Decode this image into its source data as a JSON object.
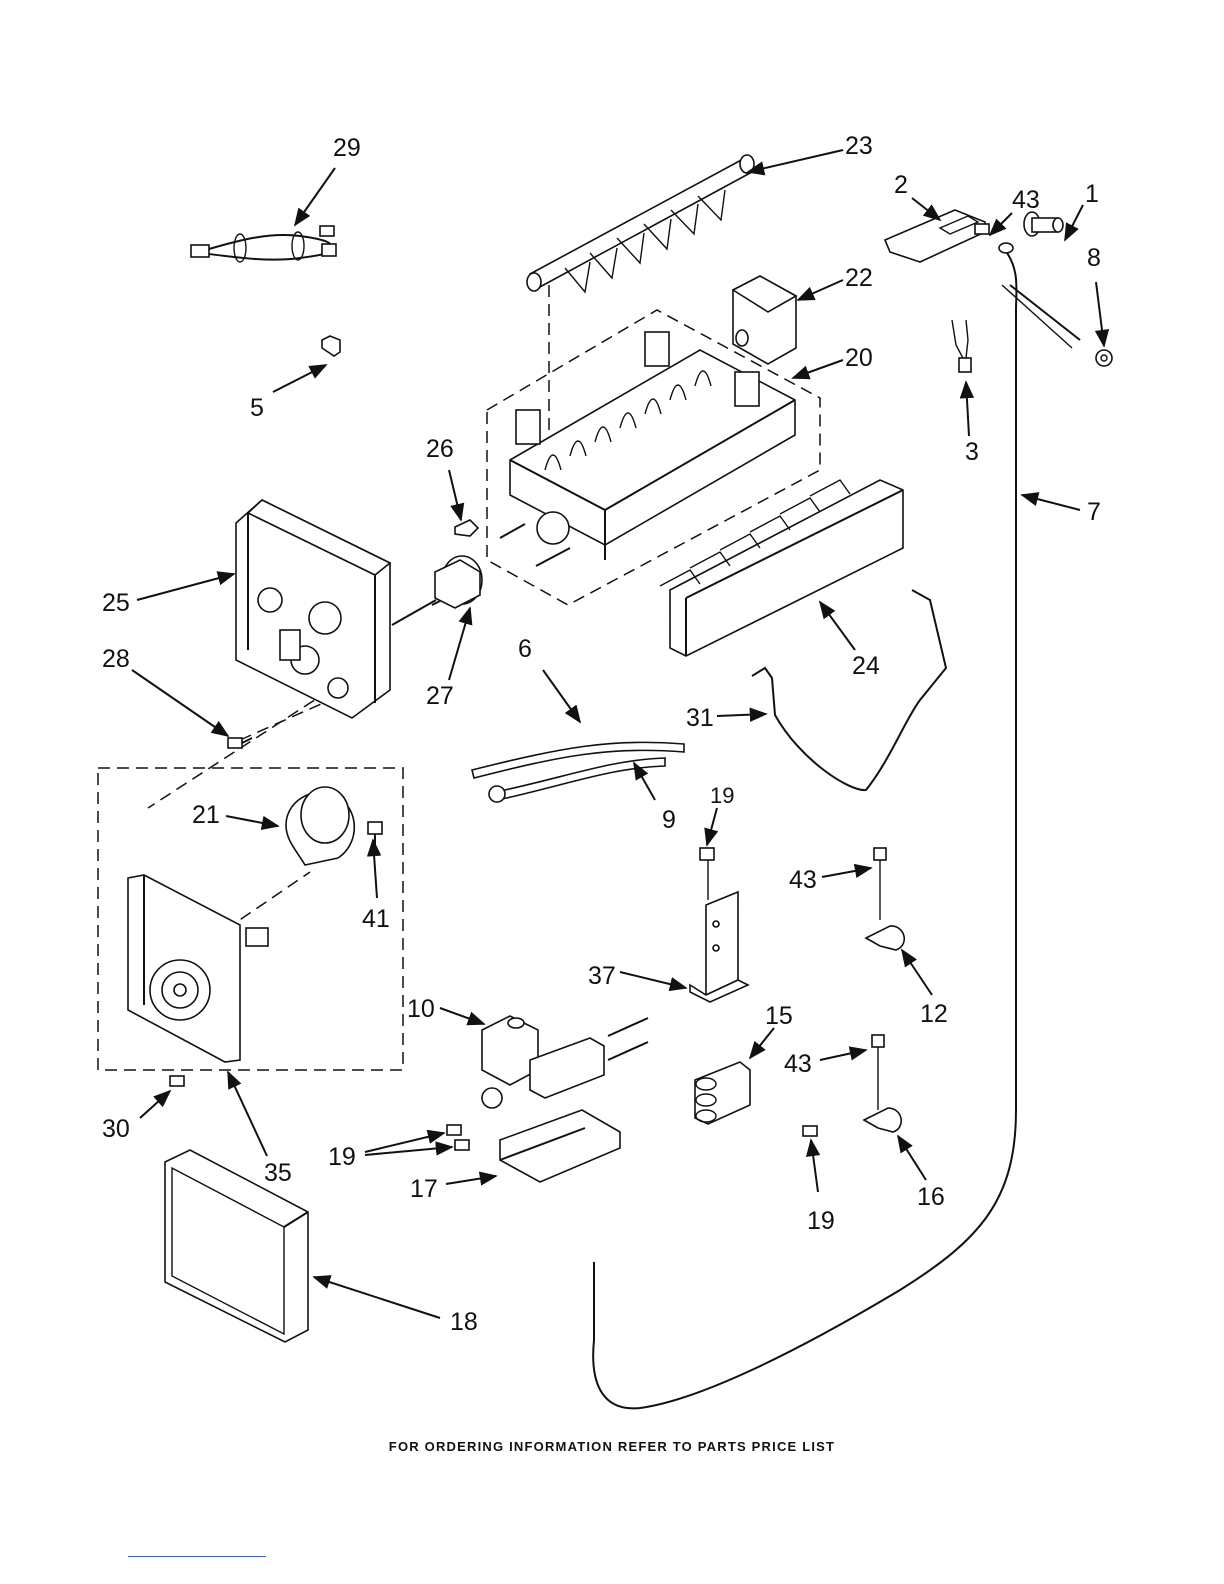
{
  "callouts": [
    {
      "id": "c29",
      "text": "29"
    },
    {
      "id": "c23",
      "text": "23"
    },
    {
      "id": "c2",
      "text": "2"
    },
    {
      "id": "c43a",
      "text": "43"
    },
    {
      "id": "c1",
      "text": "1"
    },
    {
      "id": "c8",
      "text": "8"
    },
    {
      "id": "c22",
      "text": "22"
    },
    {
      "id": "c20",
      "text": "20"
    },
    {
      "id": "c5",
      "text": "5"
    },
    {
      "id": "c3",
      "text": "3"
    },
    {
      "id": "c26",
      "text": "26"
    },
    {
      "id": "c7",
      "text": "7"
    },
    {
      "id": "c25",
      "text": "25"
    },
    {
      "id": "c27",
      "text": "27"
    },
    {
      "id": "c24",
      "text": "24"
    },
    {
      "id": "c6",
      "text": "6"
    },
    {
      "id": "c28",
      "text": "28"
    },
    {
      "id": "c31",
      "text": "31"
    },
    {
      "id": "c9",
      "text": "9"
    },
    {
      "id": "c21",
      "text": "21"
    },
    {
      "id": "c41",
      "text": "41"
    },
    {
      "id": "c19a",
      "text": "19"
    },
    {
      "id": "c43b",
      "text": "43"
    },
    {
      "id": "c37",
      "text": "37"
    },
    {
      "id": "c12",
      "text": "12"
    },
    {
      "id": "c10",
      "text": "10"
    },
    {
      "id": "c15",
      "text": "15"
    },
    {
      "id": "c43c",
      "text": "43"
    },
    {
      "id": "c30",
      "text": "30"
    },
    {
      "id": "c19b",
      "text": "19"
    },
    {
      "id": "c35",
      "text": "35"
    },
    {
      "id": "c17",
      "text": "17"
    },
    {
      "id": "c16",
      "text": "16"
    },
    {
      "id": "c19c",
      "text": "19"
    },
    {
      "id": "c18",
      "text": "18"
    }
  ],
  "footer": "FOR ORDERING INFORMATION REFER TO PARTS PRICE LIST"
}
